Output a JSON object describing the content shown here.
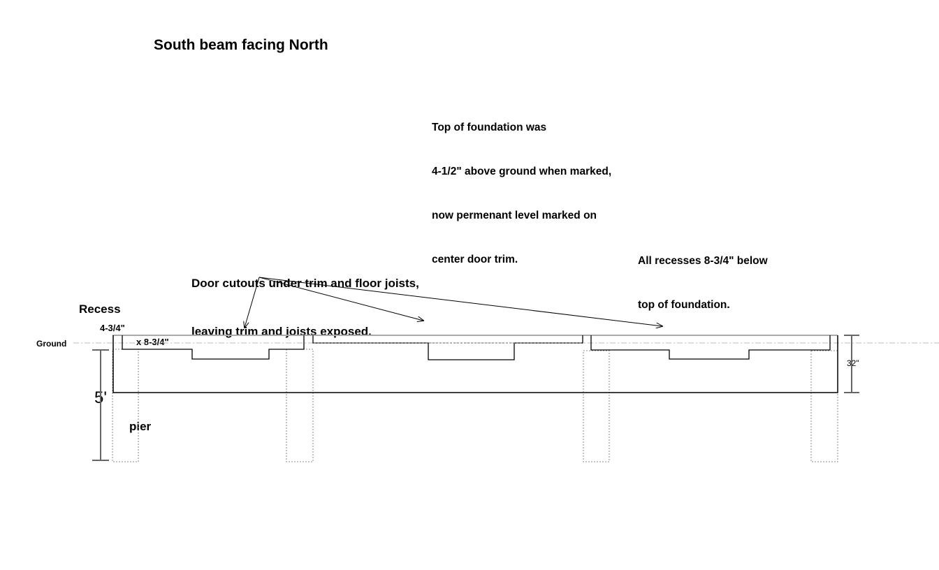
{
  "title": "South beam facing North",
  "notes": {
    "foundation": [
      "Top of foundation was",
      "4-1/2\" above ground when marked,",
      "now permenant level marked on",
      "center door trim."
    ],
    "recesses": [
      "All recesses 8-3/4\" below",
      "top of foundation."
    ],
    "door_cutouts": [
      "Door cutouts under trim and floor joists,",
      "leaving trim and joists exposed."
    ]
  },
  "labels": {
    "recess": "Recess",
    "recess_width": "4-3/4\"",
    "recess_depth": "x 8-3/4\"",
    "ground": "Ground",
    "pier_depth": "5'",
    "pier": "pier",
    "beam_height": "32\""
  }
}
